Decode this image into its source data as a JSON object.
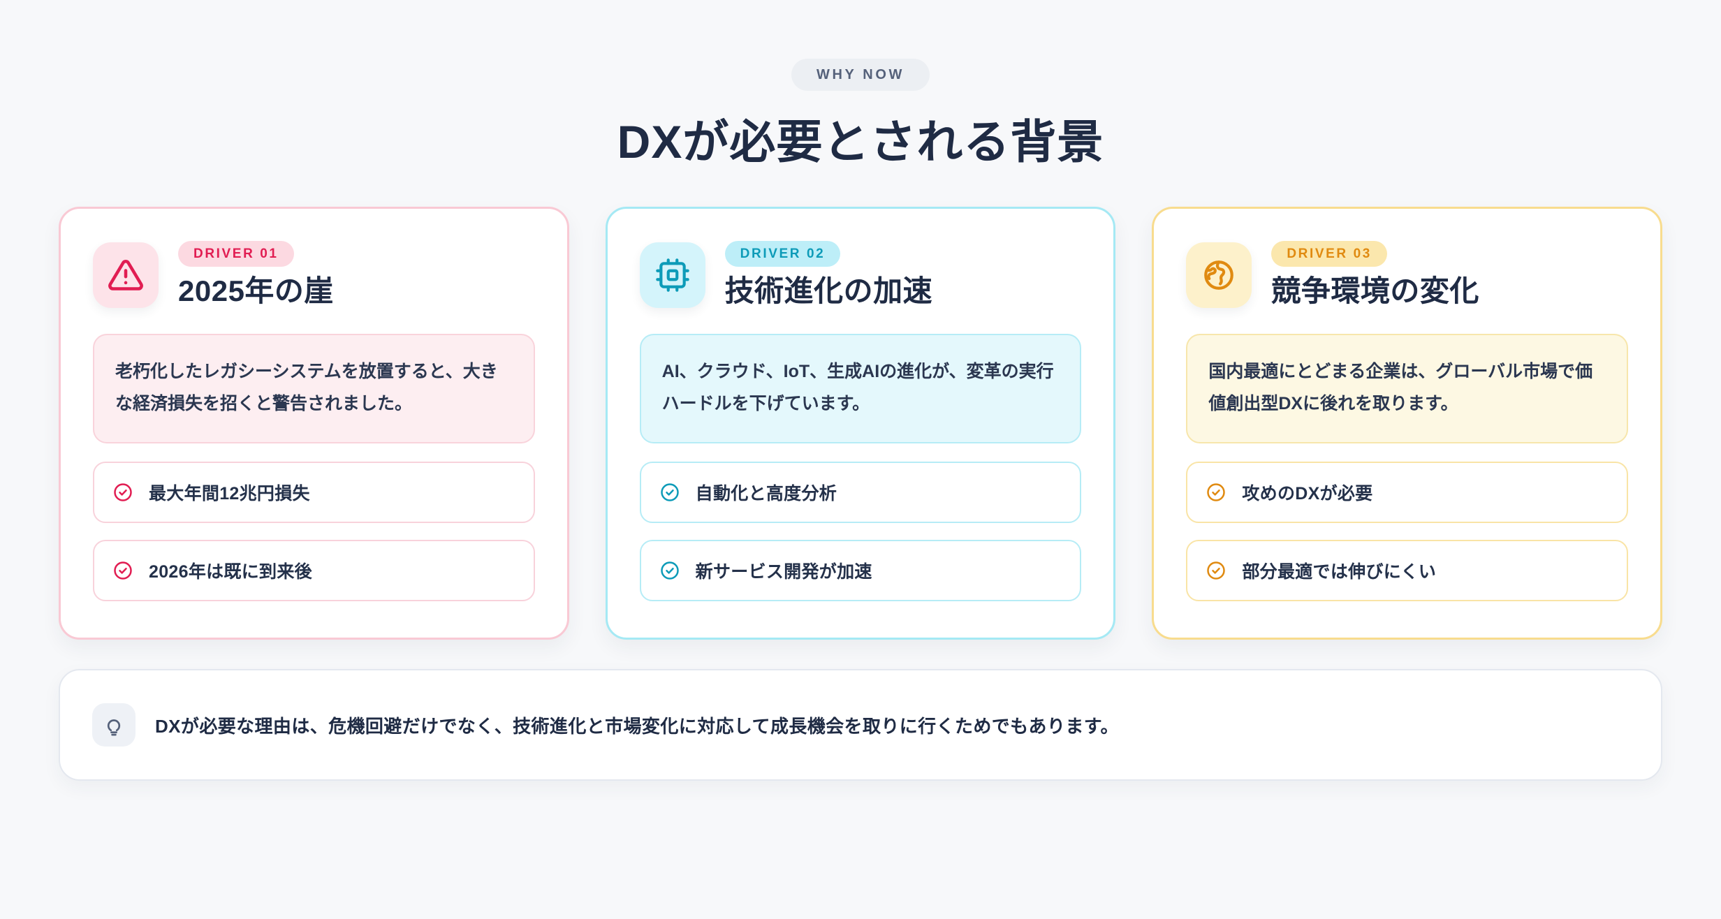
{
  "header": {
    "eyebrow": "WHY NOW",
    "title": "DXが必要とされる背景"
  },
  "colors": {
    "page_background": "#f7f8fa",
    "heading": "#1f2b44",
    "card1_accent": "#e11d52",
    "card1_border": "#f9c9d4",
    "card1_badge_bg": "#fde3e9",
    "card2_accent": "#0d9bb8",
    "card2_border": "#a5e9f4",
    "card2_badge_bg": "#d4f4fb",
    "card3_accent": "#e08a10",
    "card3_border": "#f8dc8e",
    "card3_badge_bg": "#fdf1cb"
  },
  "cards": [
    {
      "icon": "alert-triangle-icon",
      "chip": "DRIVER 01",
      "title": "2025年の崖",
      "description": "老朽化したレガシーシステムを放置すると、大きな経済損失を招くと警告されました。",
      "bullets": [
        {
          "icon": "check-circle-icon",
          "label": "最大年間12兆円損失"
        },
        {
          "icon": "check-circle-icon",
          "label": "2026年は既に到来後"
        }
      ]
    },
    {
      "icon": "cpu-chip-icon",
      "chip": "DRIVER 02",
      "title": "技術進化の加速",
      "description": "AI、クラウド、IoT、生成AIの進化が、変革の実行ハードルを下げています。",
      "bullets": [
        {
          "icon": "check-circle-icon",
          "label": "自動化と高度分析"
        },
        {
          "icon": "check-circle-icon",
          "label": "新サービス開発が加速"
        }
      ]
    },
    {
      "icon": "globe-icon",
      "chip": "DRIVER 03",
      "title": "競争環境の変化",
      "description": "国内最適にとどまる企業は、グローバル市場で価値創出型DXに後れを取ります。",
      "bullets": [
        {
          "icon": "check-circle-icon",
          "label": "攻めのDXが必要"
        },
        {
          "icon": "check-circle-icon",
          "label": "部分最適では伸びにくい"
        }
      ]
    }
  ],
  "footer": {
    "icon": "lightbulb-icon",
    "text": "DXが必要な理由は、危機回避だけでなく、技術進化と市場変化に対応して成長機会を取りに行くためでもあります。"
  }
}
